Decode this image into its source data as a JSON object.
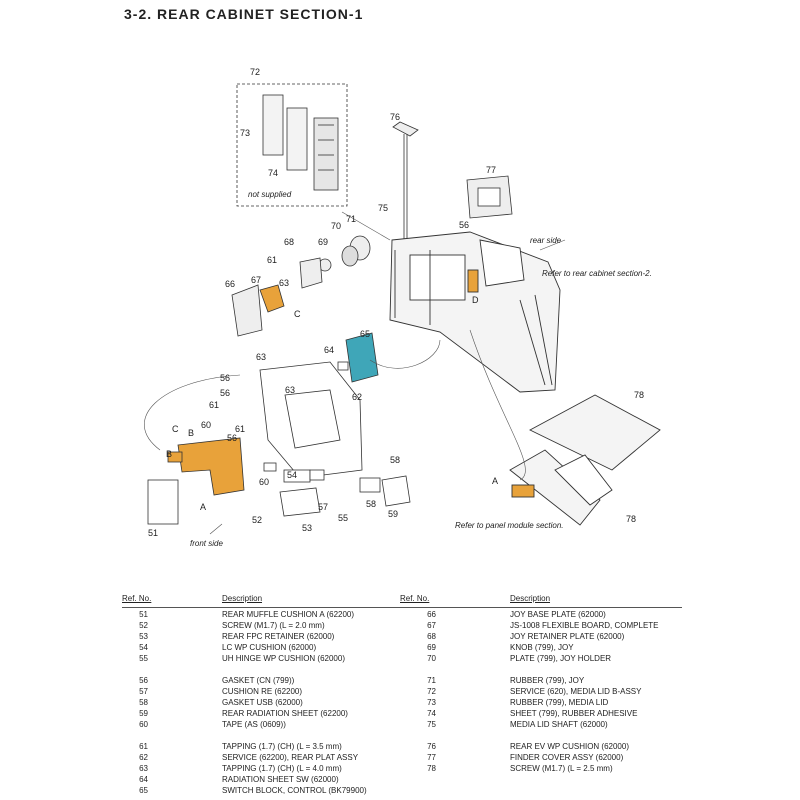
{
  "title": "3-2.  REAR  CABINET  SECTION-1",
  "callouts": [
    "72",
    "73",
    "74",
    "76",
    "77",
    "75",
    "56",
    "71",
    "70",
    "68",
    "69",
    "61",
    "63",
    "66",
    "67",
    "65",
    "64",
    "63",
    "56",
    "56",
    "63",
    "61",
    "61",
    "62",
    "60",
    "56",
    "58",
    "54",
    "60",
    "58",
    "57",
    "55",
    "52",
    "59",
    "53",
    "51",
    "78",
    "78"
  ],
  "notes": {
    "not_supplied": "not supplied",
    "rear_side": "rear side",
    "refer_section2": "Refer to rear cabinet section-2.",
    "front_side": "front side",
    "refer_panel": "Refer to panel module section."
  },
  "connector_letters": [
    "C",
    "B",
    "A",
    "D",
    "C",
    "B",
    "A"
  ],
  "table": {
    "header": {
      "ref": "Ref. No.",
      "desc": "Description"
    },
    "left": [
      {
        "ref": "51",
        "desc": "REAR MUFFLE CUSHION A (62200)"
      },
      {
        "ref": "52",
        "desc": "SCREW (M1.7) (L = 2.0 mm)"
      },
      {
        "ref": "53",
        "desc": "REAR FPC RETAINER (62000)"
      },
      {
        "ref": "54",
        "desc": "LC WP CUSHION (62000)"
      },
      {
        "ref": "55",
        "desc": "UH HINGE WP CUSHION (62000)"
      },
      {
        "ref": "56",
        "desc": "GASKET (CN (799))"
      },
      {
        "ref": "57",
        "desc": "CUSHION RE (62200)"
      },
      {
        "ref": "58",
        "desc": "GASKET USB (62000)"
      },
      {
        "ref": "59",
        "desc": "REAR RADIATION SHEET (62200)"
      },
      {
        "ref": "60",
        "desc": "TAPE (AS (0609))"
      },
      {
        "ref": "61",
        "desc": "TAPPING (1.7) (CH) (L = 3.5 mm)"
      },
      {
        "ref": "62",
        "desc": "SERVICE (62200), REAR PLAT ASSY"
      },
      {
        "ref": "63",
        "desc": "TAPPING (1.7) (CH) (L = 4.0 mm)"
      },
      {
        "ref": "64",
        "desc": "RADIATION SHEET SW (62000)"
      },
      {
        "ref": "65",
        "desc": "SWITCH BLOCK, CONTROL (BK79900)"
      }
    ],
    "right": [
      {
        "ref": "66",
        "desc": "JOY BASE PLATE (62000)"
      },
      {
        "ref": "67",
        "desc": "JS-1008 FLEXIBLE BOARD, COMPLETE"
      },
      {
        "ref": "68",
        "desc": "JOY RETAINER PLATE (62000)"
      },
      {
        "ref": "69",
        "desc": "KNOB (799), JOY"
      },
      {
        "ref": "70",
        "desc": "PLATE (799), JOY HOLDER"
      },
      {
        "ref": "71",
        "desc": "RUBBER (799), JOY"
      },
      {
        "ref": "72",
        "desc": "SERVICE (620), MEDIA LID B-ASSY"
      },
      {
        "ref": "73",
        "desc": "RUBBER (799), MEDIA LID"
      },
      {
        "ref": "74",
        "desc": "SHEET (799), RUBBER ADHESIVE"
      },
      {
        "ref": "75",
        "desc": "MEDIA LID SHAFT (62000)"
      },
      {
        "ref": "76",
        "desc": "REAR EV WP CUSHION (62000)"
      },
      {
        "ref": "77",
        "desc": "FINDER COVER ASSY (62000)"
      },
      {
        "ref": "78",
        "desc": "SCREW (M1.7) (L = 2.5 mm)"
      }
    ]
  },
  "colors": {
    "flex_orange": "#e8a23a",
    "switch_blue": "#3fa6b8",
    "line": "#333333"
  }
}
